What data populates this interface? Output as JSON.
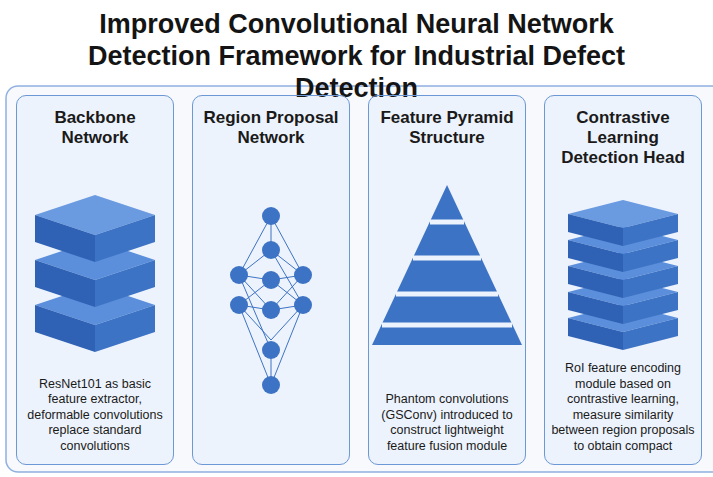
{
  "diagram": {
    "title": "Improved Convolutional Neural Network Detection Framework for Industrial Defect Detection",
    "nodes": [
      {
        "text": [
          "Backbone Network",
          "ResNet101 as basic feature extractor, deformable convolutions replace standard convolutions"
        ]
      },
      {
        "text": [
          "Region Proposal Network"
        ]
      },
      {
        "text": [
          "Feature Pyramid Structure",
          "Phantom convolutions (GSConv) introduced to construct lightweight feature fusion module"
        ]
      },
      {
        "text": [
          "Contrastive Learning Detection Head",
          "RoI feature encoding module based on contrastive learning, measure similarity between region proposals to obtain compact"
        ]
      }
    ]
  }
}
